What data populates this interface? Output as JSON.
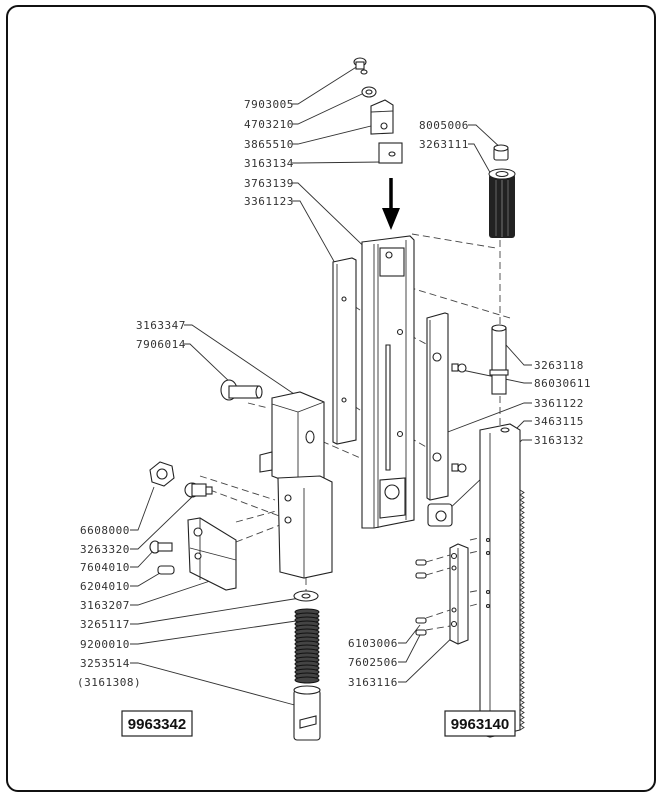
{
  "diagram": {
    "type": "exploded-parts-diagram",
    "assemblies": [
      {
        "id": "left",
        "label": "9963342"
      },
      {
        "id": "right",
        "label": "9963140"
      }
    ],
    "callouts": [
      {
        "id": "c1",
        "part": "7903005",
        "item": "screw"
      },
      {
        "id": "c2",
        "part": "4703210",
        "item": "washer"
      },
      {
        "id": "c3",
        "part": "3865510",
        "item": "latch-plate"
      },
      {
        "id": "c4",
        "part": "3163134",
        "item": "square-plate"
      },
      {
        "id": "c5",
        "part": "3763139",
        "item": "column-head"
      },
      {
        "id": "c6",
        "part": "3361123",
        "item": "left-strip"
      },
      {
        "id": "c7",
        "part": "8005006",
        "item": "cap"
      },
      {
        "id": "c8",
        "part": "3263111",
        "item": "knurled-grip"
      },
      {
        "id": "c9",
        "part": "3163347",
        "item": "block"
      },
      {
        "id": "c10",
        "part": "7906014",
        "item": "shoulder-bolt"
      },
      {
        "id": "c11",
        "part": "3263118",
        "item": "pin"
      },
      {
        "id": "c12",
        "part": "86030611",
        "item": "screw"
      },
      {
        "id": "c13",
        "part": "3361122",
        "item": "right-strip"
      },
      {
        "id": "c14",
        "part": "3463115",
        "item": "rack-top"
      },
      {
        "id": "c15",
        "part": "3163132",
        "item": "rack"
      },
      {
        "id": "c16",
        "part": "6608000",
        "item": "hex-nut"
      },
      {
        "id": "c17",
        "part": "3263320",
        "item": "bushing"
      },
      {
        "id": "c18",
        "part": "7604010",
        "item": "screw"
      },
      {
        "id": "c19",
        "part": "6204010",
        "item": "set-screw"
      },
      {
        "id": "c20",
        "part": "3163207",
        "item": "bracket"
      },
      {
        "id": "c21",
        "part": "3265117",
        "item": "washer"
      },
      {
        "id": "c22",
        "part": "9200010",
        "item": "spring"
      },
      {
        "id": "c23",
        "part": "3253514",
        "item": "sleeve"
      },
      {
        "id": "c24",
        "part": "(3161308)",
        "item": "sleeve-alt"
      },
      {
        "id": "c25",
        "part": "6103006",
        "item": "set-screw"
      },
      {
        "id": "c26",
        "part": "7602506",
        "item": "screw"
      },
      {
        "id": "c27",
        "part": "3163116",
        "item": "guide-bar"
      }
    ],
    "arrow_icon": "down-arrow-icon"
  }
}
